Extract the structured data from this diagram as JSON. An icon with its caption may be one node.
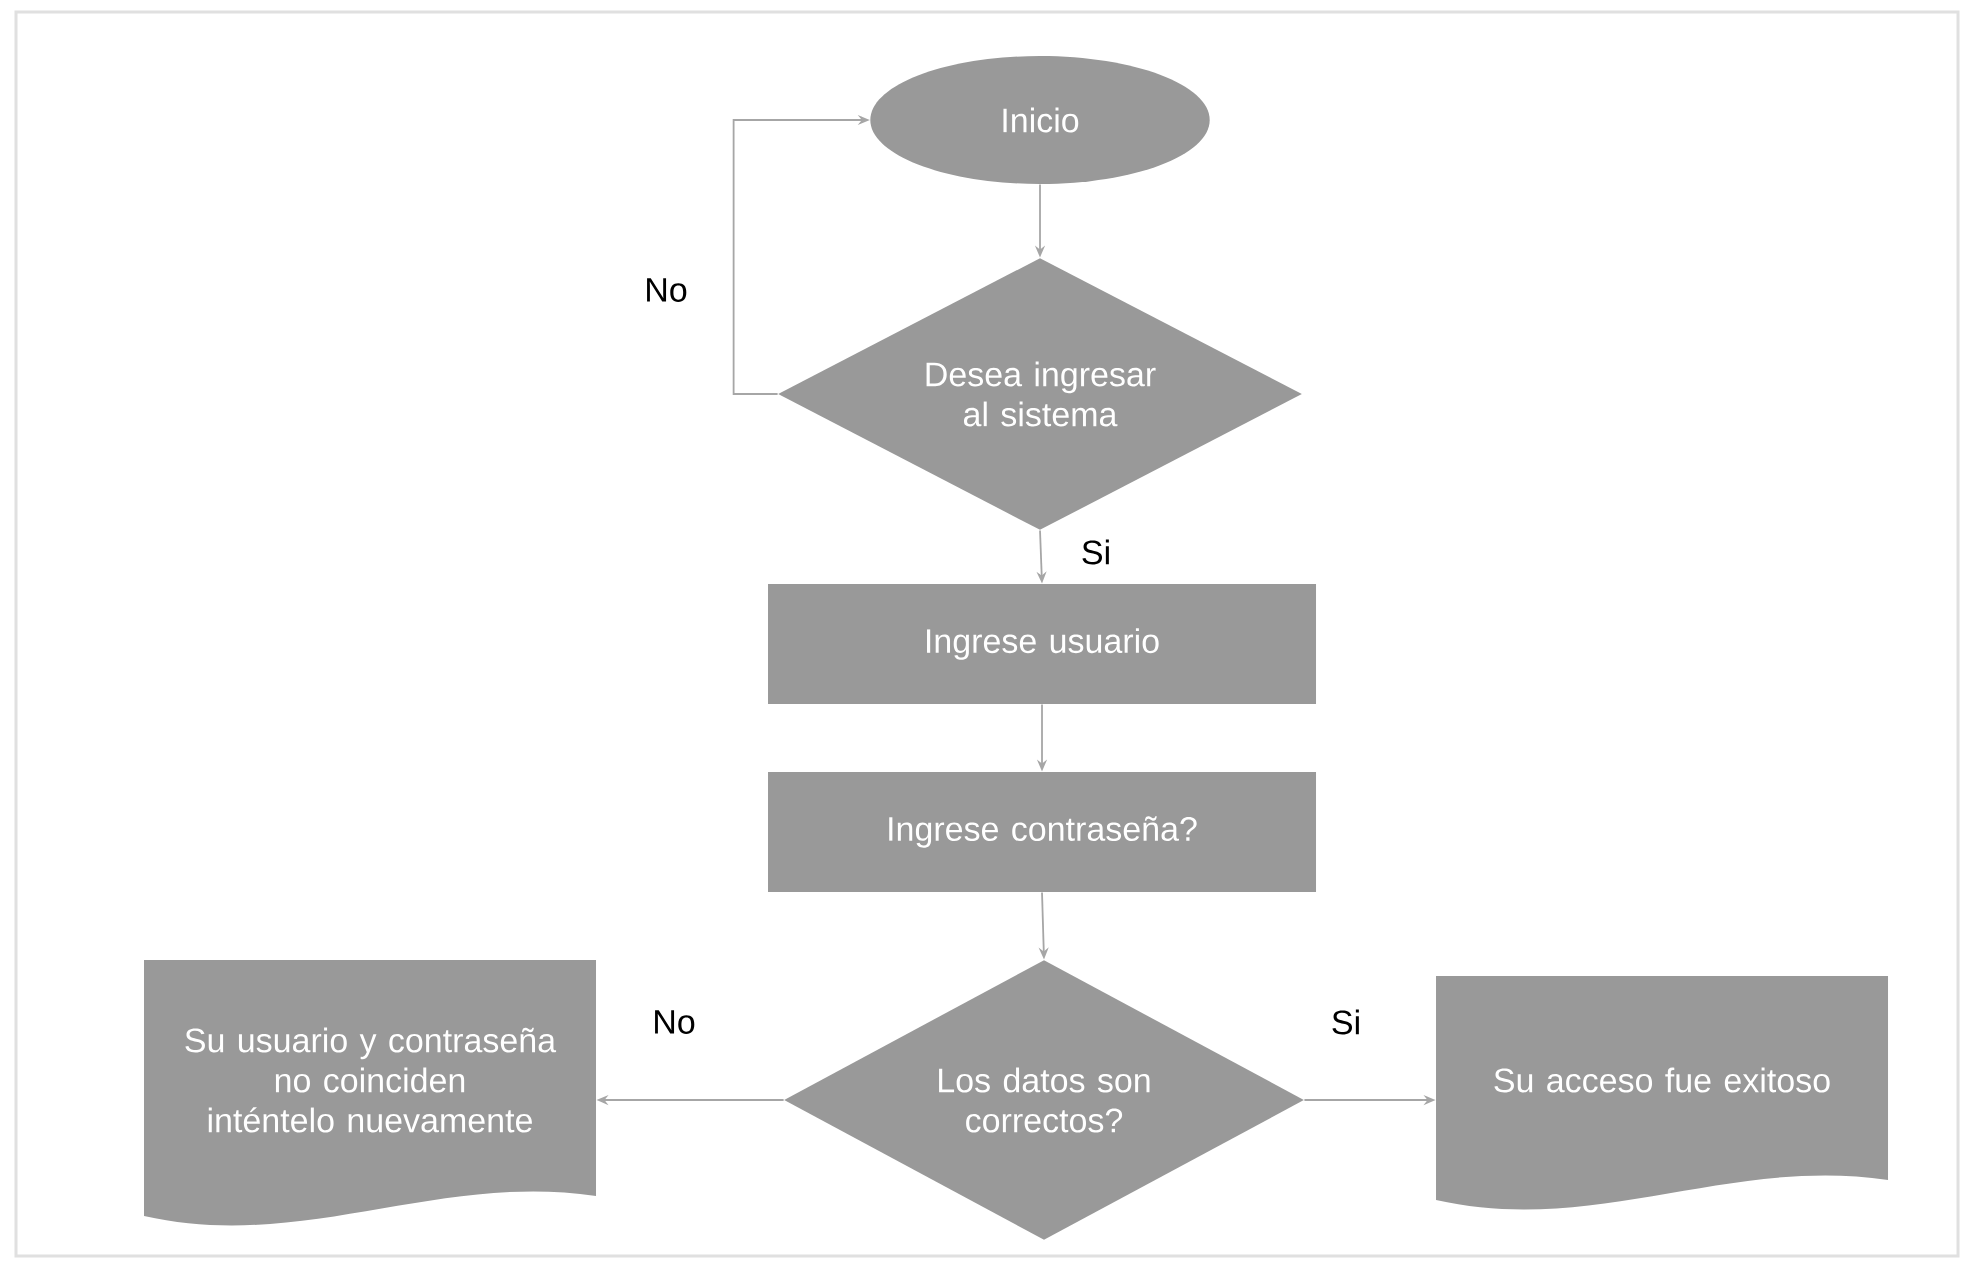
{
  "diagram": {
    "nodes": [
      {
        "text": [
          "Inicio"
        ]
      },
      {
        "text": [
          "Desea ingresar al sistema"
        ]
      },
      {
        "text": [
          "Ingrese usuario"
        ]
      },
      {
        "text": [
          "Ingrese contraseña?"
        ]
      },
      {
        "text": [
          "Los datos son correctos?"
        ]
      },
      {
        "text": [
          "Su usuario y contraseña no coinciden inténtelo nuevamente"
        ]
      },
      {
        "text": [
          "Su acceso fue exitoso"
        ]
      }
    ],
    "edges": [
      {
        "from": 0,
        "to": 1,
        "arrow": "to"
      },
      {
        "from": 1,
        "to": 0,
        "arrow": "to",
        "label": "No"
      },
      {
        "from": 1,
        "to": 2,
        "arrow": "to",
        "label": "Si"
      },
      {
        "from": 2,
        "to": 3,
        "arrow": "to"
      },
      {
        "from": 3,
        "to": 4,
        "arrow": "to"
      },
      {
        "from": 4,
        "to": 5,
        "arrow": "to",
        "label": "No"
      },
      {
        "from": 4,
        "to": 6,
        "arrow": "to",
        "label": "Si"
      }
    ]
  }
}
